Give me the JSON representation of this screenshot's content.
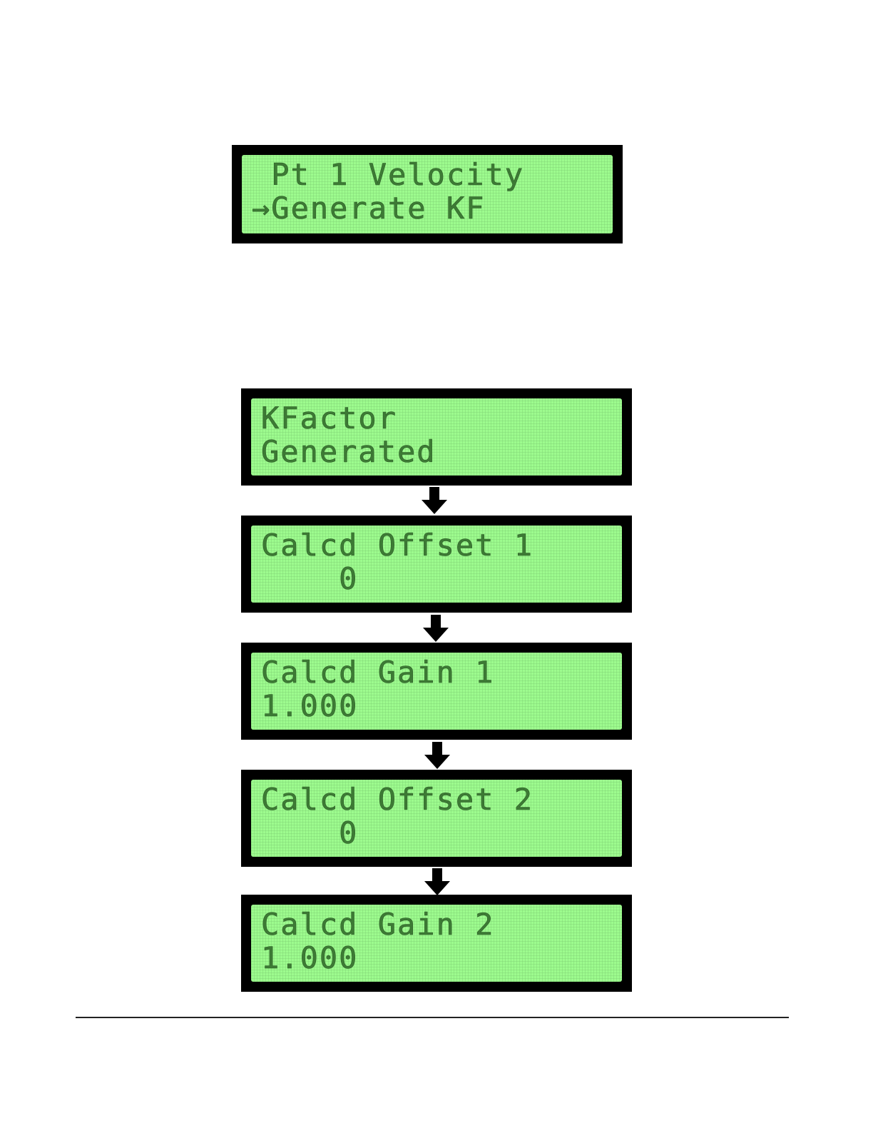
{
  "displays": {
    "pt1_velocity": {
      "line1": " Pt 1 Velocity",
      "line2": "→Generate KF"
    },
    "kfactor": {
      "line1": "KFactor",
      "line2": "Generated"
    },
    "offset1": {
      "line1": "Calcd Offset 1",
      "line2": "    0"
    },
    "gain1": {
      "line1": "Calcd Gain 1",
      "line2": "1.000"
    },
    "offset2": {
      "line1": "Calcd Offset 2",
      "line2": "    0"
    },
    "gain2": {
      "line1": "Calcd Gain 2",
      "line2": "1.000"
    }
  },
  "icons": {
    "flow_arrow": "arrow-down-icon"
  },
  "colors": {
    "lcd_background": "#9dfb8e",
    "lcd_bezel": "#000000",
    "lcd_text": "#3d7a35"
  }
}
